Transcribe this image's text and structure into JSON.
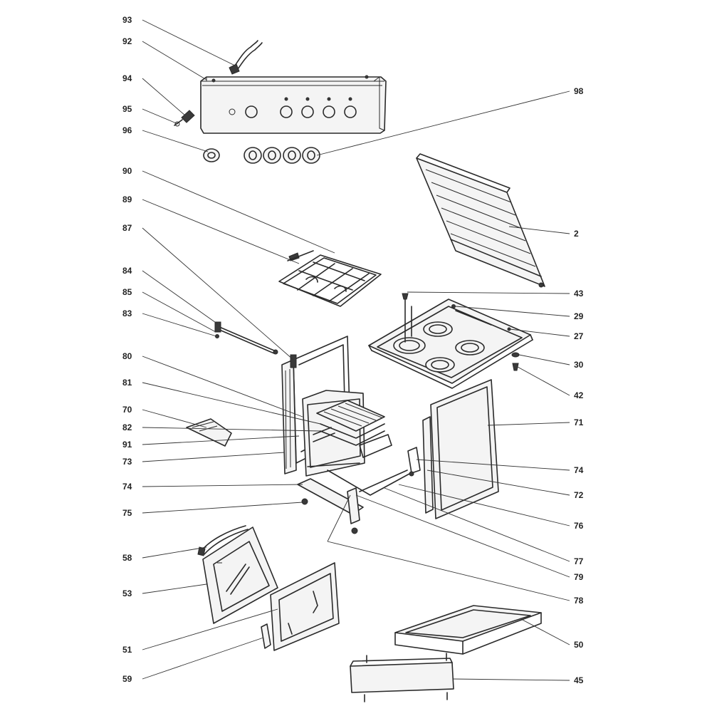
{
  "diagram": {
    "callouts": [
      {
        "id": "c93",
        "label": "93"
      },
      {
        "id": "c92",
        "label": "92"
      },
      {
        "id": "c94",
        "label": "94"
      },
      {
        "id": "c95a",
        "label": "95"
      },
      {
        "id": "c96",
        "label": "96"
      },
      {
        "id": "c98",
        "label": "98"
      },
      {
        "id": "c90",
        "label": "90"
      },
      {
        "id": "c89",
        "label": "89"
      },
      {
        "id": "c87",
        "label": "87"
      },
      {
        "id": "c2",
        "label": "2"
      },
      {
        "id": "c84",
        "label": "84"
      },
      {
        "id": "c85",
        "label": "85"
      },
      {
        "id": "c83",
        "label": "83"
      },
      {
        "id": "c43",
        "label": "43"
      },
      {
        "id": "c29",
        "label": "29"
      },
      {
        "id": "c27",
        "label": "27"
      },
      {
        "id": "c80",
        "label": "80"
      },
      {
        "id": "c30",
        "label": "30"
      },
      {
        "id": "c81",
        "label": "81"
      },
      {
        "id": "c42",
        "label": "42"
      },
      {
        "id": "c70",
        "label": "70"
      },
      {
        "id": "c71",
        "label": "71"
      },
      {
        "id": "c82",
        "label": "82"
      },
      {
        "id": "c91",
        "label": "91"
      },
      {
        "id": "c73",
        "label": "73"
      },
      {
        "id": "c74r",
        "label": "74"
      },
      {
        "id": "c74l",
        "label": "74"
      },
      {
        "id": "c72",
        "label": "72"
      },
      {
        "id": "c75",
        "label": "75"
      },
      {
        "id": "c76",
        "label": "76"
      },
      {
        "id": "c58",
        "label": "58"
      },
      {
        "id": "c77",
        "label": "77"
      },
      {
        "id": "c79",
        "label": "79"
      },
      {
        "id": "c53",
        "label": "53"
      },
      {
        "id": "c78",
        "label": "78"
      },
      {
        "id": "c50",
        "label": "50"
      },
      {
        "id": "c51",
        "label": "51"
      },
      {
        "id": "c59",
        "label": "59"
      },
      {
        "id": "c45",
        "label": "45"
      }
    ]
  }
}
